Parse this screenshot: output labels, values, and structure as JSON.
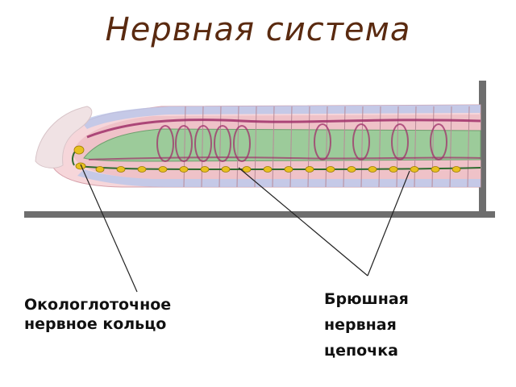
{
  "title": "Нервная система",
  "labels": {
    "pharyngeal_ring": [
      "Окологлоточное",
      "нервное кольцо"
    ],
    "ventral_cord": [
      "Брюшная",
      "нервная",
      "цепочка"
    ]
  },
  "colors": {
    "title": "#5a2a10",
    "body_pink": "#f2c6cc",
    "gut_green": "#8cc08c",
    "vessel": "#a0306a",
    "ganglion": "#e8c020",
    "frame_shadow": "#6e6e6e"
  }
}
